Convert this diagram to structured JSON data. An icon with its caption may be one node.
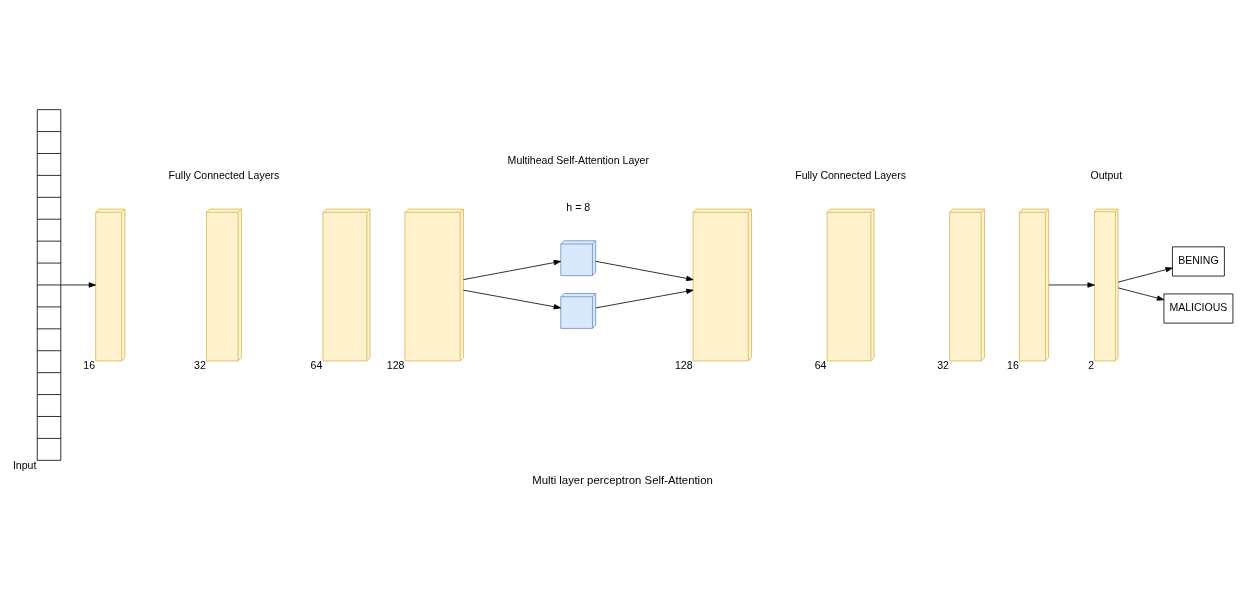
{
  "diagram": {
    "caption": "Multi layer perceptron Self-Attention",
    "nodes": [
      {
        "text": [],
        "shape": "box",
        "beside": [
          "Input"
        ]
      },
      {
        "text": [],
        "shape": "box",
        "beside": [
          "16"
        ]
      },
      {
        "text": [],
        "shape": "box",
        "beside": [
          "32"
        ]
      },
      {
        "text": [],
        "shape": "box",
        "beside": [
          "64"
        ]
      },
      {
        "text": [],
        "shape": "box",
        "beside": [
          "128"
        ]
      },
      {
        "text": [],
        "shape": "box"
      },
      {
        "text": [],
        "shape": "box"
      },
      {
        "text": [],
        "shape": "box",
        "beside": [
          "128"
        ]
      },
      {
        "text": [],
        "shape": "box",
        "beside": [
          "64"
        ]
      },
      {
        "text": [],
        "shape": "box",
        "beside": [
          "32"
        ]
      },
      {
        "text": [],
        "shape": "box",
        "beside": [
          "16"
        ]
      },
      {
        "text": [],
        "shape": "box",
        "beside": [
          "2"
        ]
      },
      {
        "text": [
          "BENING"
        ]
      },
      {
        "text": [
          "MALICIOUS"
        ]
      }
    ],
    "edges": [
      {
        "from": 0,
        "to": 1,
        "arrow": "to"
      },
      {
        "from": 4,
        "to": 5,
        "arrow": "to"
      },
      {
        "from": 4,
        "to": 6,
        "arrow": "to"
      },
      {
        "from": 5,
        "to": 7,
        "arrow": "to"
      },
      {
        "from": 6,
        "to": 7,
        "arrow": "to"
      },
      {
        "from": 10,
        "to": 11,
        "arrow": "to"
      },
      {
        "from": 11,
        "to": 12,
        "arrow": "to"
      },
      {
        "from": 11,
        "to": 13,
        "arrow": "to"
      }
    ],
    "labels": [
      "Fully Connected Layers",
      "Fully Connected Layers",
      "h = 8",
      "Multihead Self-Attention Layer",
      "Output"
    ]
  }
}
